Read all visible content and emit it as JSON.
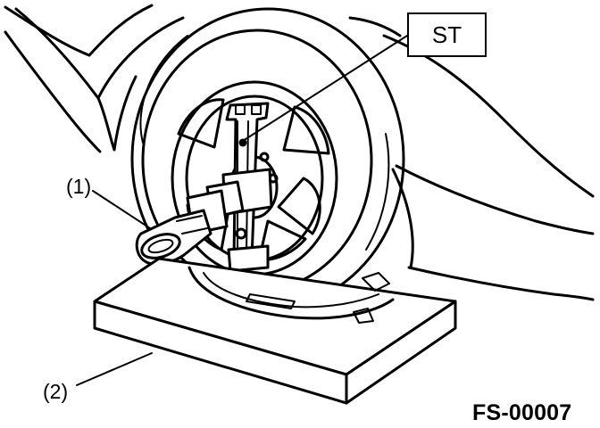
{
  "labels": {
    "st": "ST",
    "item_1": "(1)",
    "item_2": "(2)",
    "figure_code": "FS-00007"
  },
  "colors": {
    "line": "#000000",
    "paper": "#ffffff",
    "shade": "#d9d9d9"
  },
  "parts": [
    {
      "name": "ST",
      "description": "special tool mounted on wheel"
    },
    {
      "name": "(1)",
      "description": "wrench handle"
    },
    {
      "name": "(2)",
      "description": "base block under wheel"
    }
  ]
}
